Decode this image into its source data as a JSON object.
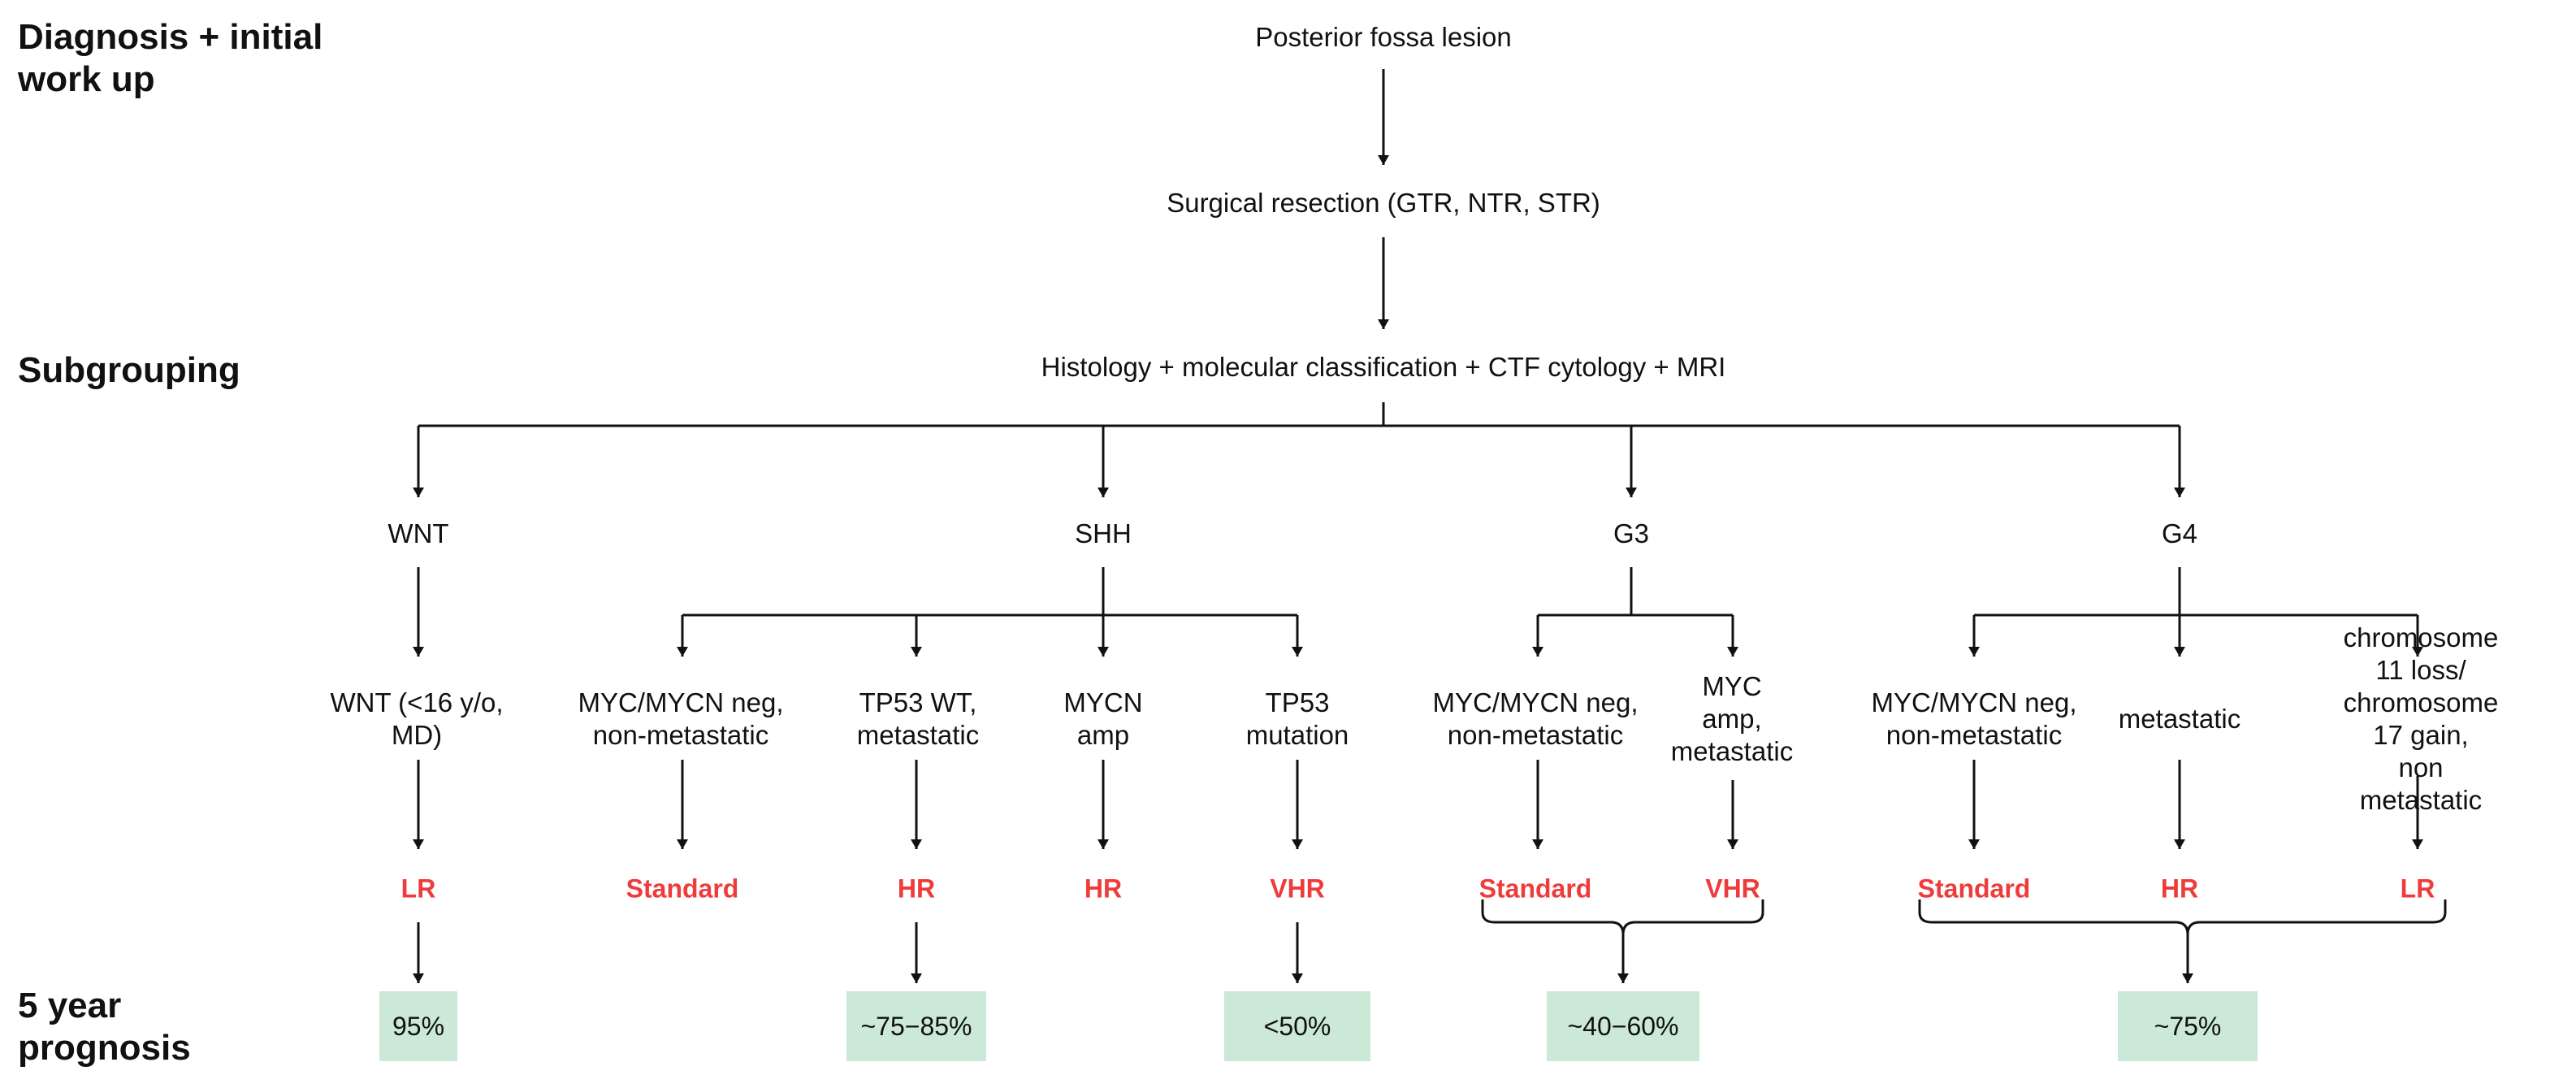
{
  "colors": {
    "risk": "#ee3b3b",
    "prognosis_bg": "#cce8d6",
    "line": "#111111"
  },
  "stages": {
    "diagnosis": "Diagnosis + initial\nwork up",
    "subgrouping": "Subgrouping",
    "prognosis": "5 year\nprognosis"
  },
  "workup": {
    "lesion": "Posterior fossa lesion",
    "resection": "Surgical resection (GTR, NTR, STR)",
    "classification": "Histology + molecular classification + CTF cytology + MRI"
  },
  "groups": {
    "wnt": "WNT",
    "shh": "SHH",
    "g3": "G3",
    "g4": "G4"
  },
  "criteria": {
    "wnt_young": "WNT (<16 y/o,\nMD)",
    "shh_neg": "MYC/MYCN neg,\nnon-metastatic",
    "shh_tp53wt": "TP53 WT,\nmetastatic",
    "shh_mycn": "MYCN\namp",
    "shh_tp53mut": "TP53\nmutation",
    "g3_neg": "MYC/MYCN neg,\nnon-metastatic",
    "g3_myc": "MYC\namp,\nmetastatic",
    "g4_neg": "MYC/MYCN neg,\nnon-metastatic",
    "g4_met": "metastatic",
    "g4_chr": "chromosome 11 loss/\nchromosome 17 gain,\nnon metastatic"
  },
  "risk": {
    "wnt": "LR",
    "shh_neg": "Standard",
    "shh_tp53wt": "HR",
    "shh_mycn": "HR",
    "shh_tp53mut": "VHR",
    "g3_neg": "Standard",
    "g3_myc": "VHR",
    "g4_neg": "Standard",
    "g4_met": "HR",
    "g4_chr": "LR"
  },
  "prognosis": {
    "wnt": "95%",
    "shh_hr": "~75−85%",
    "shh_vhr": "<50%",
    "g3": "~40−60%",
    "g4": "~75%"
  }
}
